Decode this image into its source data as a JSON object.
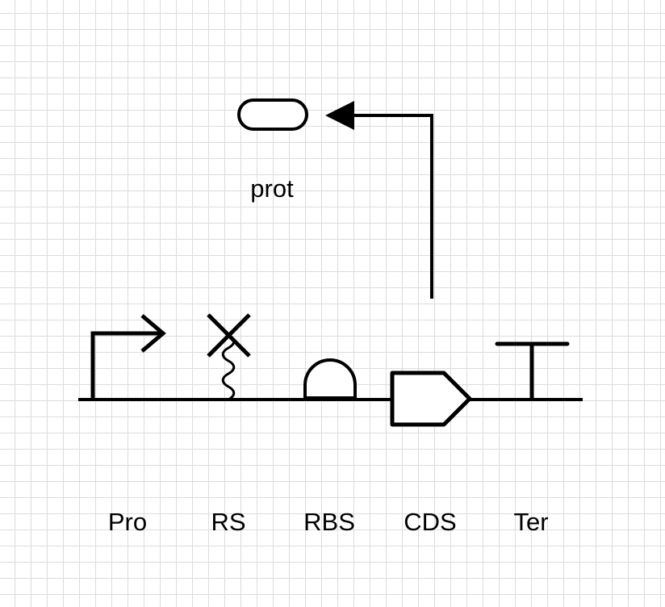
{
  "diagram": {
    "protein_label": "prot",
    "parts": [
      {
        "id": "promoter",
        "label": "Pro"
      },
      {
        "id": "restriction-site",
        "label": "RS"
      },
      {
        "id": "ribosome-binding-site",
        "label": "RBS"
      },
      {
        "id": "coding-sequence",
        "label": "CDS"
      },
      {
        "id": "terminator",
        "label": "Ter"
      }
    ],
    "stroke_color": "#000000",
    "grid_color": "#dcdcdc"
  }
}
